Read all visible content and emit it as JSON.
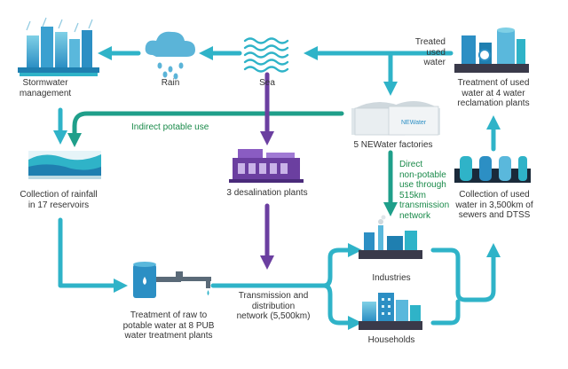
{
  "colors": {
    "teal_flow": "#2fb3c8",
    "green_flow": "#1f9f8a",
    "purple_flow": "#6b3fa0",
    "label_text": "#333333",
    "green_text": "#1a8a4a"
  },
  "nodes": {
    "stormwater": "Stormwater\nmanagement",
    "rain": "Rain",
    "sea": "Sea",
    "treated_used_water": "Treated\nused\nwater",
    "reclamation": "Treatment of used\nwater at 4 water\nreclamation plants",
    "newater": "5 NEWater factories",
    "reservoirs": "Collection of rainfall\nin 17 reservoirs",
    "desalination": "3 desalination plants",
    "collection_used": "Collection of used\nwater in 3,500km of\nsewers and DTSS",
    "industries": "Industries",
    "households": "Households",
    "treatment_raw": "Treatment of raw to\npotable water at 8 PUB\nwater treatment plants",
    "transmission": "Transmission and\ndistribution\nnetwork (5,500km)"
  },
  "flows": {
    "indirect_potable": "Indirect potable use",
    "direct_nonpotable": "Direct\nnon-potable\nuse through\n515km\ntransmission\nnetwork"
  },
  "icons": {
    "stormwater": "city-rain-icon",
    "rain": "cloud-rain-icon",
    "sea": "waves-icon",
    "reclamation": "reclamation-plant-icon",
    "newater": "newater-tanks-icon",
    "newater_tank_text": "NEWater",
    "reservoir": "reservoir-icon",
    "desalination": "desalination-plant-icon",
    "sewer": "sewer-pipes-icon",
    "industries": "factory-icon",
    "households": "apartment-buildings-icon",
    "treatment": "water-tap-tank-icon"
  }
}
